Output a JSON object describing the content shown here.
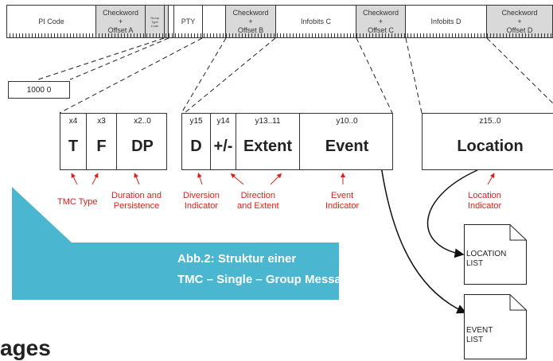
{
  "block": {
    "segments": [
      {
        "label": "PI Code"
      },
      {
        "label": "Checkword\n+\nOffset A"
      },
      {
        "label": "Group\nType\nCode"
      },
      {
        "label": ""
      },
      {
        "label": "PTY"
      },
      {
        "label": ""
      },
      {
        "label": "Checkword\n+\nOffset B"
      },
      {
        "label": "Infobits C"
      },
      {
        "label": "Checkword\n+\nOffset C"
      },
      {
        "label": "Infobits D"
      },
      {
        "label": "Checkword\n+\nOffset D"
      }
    ]
  },
  "group_code": "1000 0",
  "fields_b": [
    {
      "bits": "x4",
      "symbol": "T"
    },
    {
      "bits": "x3",
      "symbol": "F"
    },
    {
      "bits": "x2..0",
      "symbol": "DP"
    }
  ],
  "fields_c": [
    {
      "bits": "y15",
      "symbol": "D"
    },
    {
      "bits": "y14",
      "symbol": "+/-"
    },
    {
      "bits": "y13..11",
      "symbol": "Extent"
    },
    {
      "bits": "y10..0",
      "symbol": "Event"
    }
  ],
  "fields_d": [
    {
      "bits": "z15..0",
      "symbol": "Location"
    }
  ],
  "annotations": {
    "tmc_type": "TMC Type",
    "duration": "Duration and\nPersistence",
    "diversion": "Diversion\nIndicator",
    "direction": "Direction\nand Extent",
    "event": "Event\nIndicator",
    "location": "Location\nIndicator"
  },
  "documents": {
    "location_list": "LOCATION\nLIST",
    "event_list": "EVENT\nLIST"
  },
  "caption": {
    "line1": "Abb.2: Struktur einer",
    "line2": "TMC – Single – Group Message"
  },
  "partial_heading": "ages",
  "colors": {
    "annotation": "#e0201b",
    "callout": "#4ab6cf",
    "checkword_fill": "#d9d9d9"
  }
}
